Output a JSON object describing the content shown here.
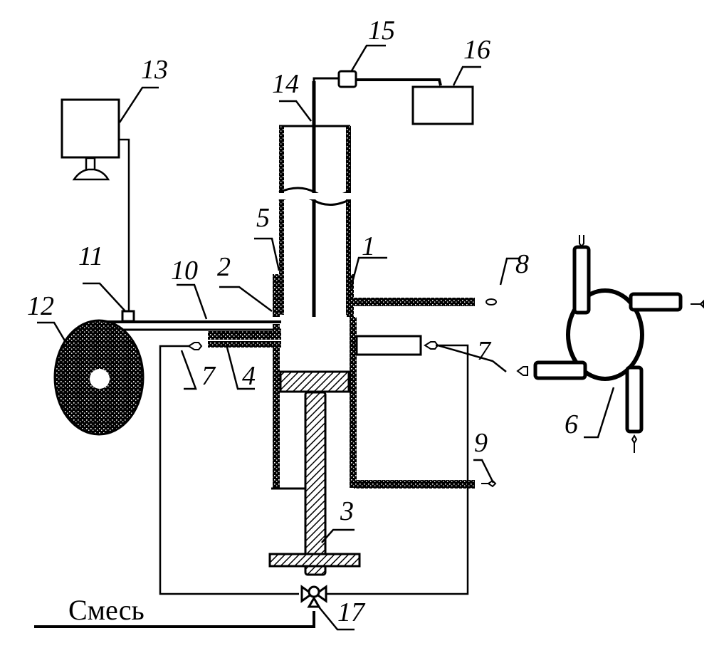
{
  "diagram": {
    "title": "Schematic of reactor apparatus",
    "mixture_label": "Смесь",
    "callouts": [
      {
        "id": "1",
        "label": "1"
      },
      {
        "id": "2",
        "label": "2"
      },
      {
        "id": "3",
        "label": "3"
      },
      {
        "id": "4",
        "label": "4"
      },
      {
        "id": "5",
        "label": "5"
      },
      {
        "id": "6",
        "label": "6"
      },
      {
        "id": "7a",
        "label": "7"
      },
      {
        "id": "7b",
        "label": "7"
      },
      {
        "id": "8",
        "label": "8"
      },
      {
        "id": "9",
        "label": "9"
      },
      {
        "id": "10",
        "label": "10"
      },
      {
        "id": "11",
        "label": "11"
      },
      {
        "id": "12",
        "label": "12"
      },
      {
        "id": "13",
        "label": "13"
      },
      {
        "id": "14",
        "label": "14"
      },
      {
        "id": "15",
        "label": "15"
      },
      {
        "id": "16",
        "label": "16"
      },
      {
        "id": "17",
        "label": "17"
      }
    ],
    "colors": {
      "ink": "#000000",
      "paper": "#ffffff"
    }
  }
}
